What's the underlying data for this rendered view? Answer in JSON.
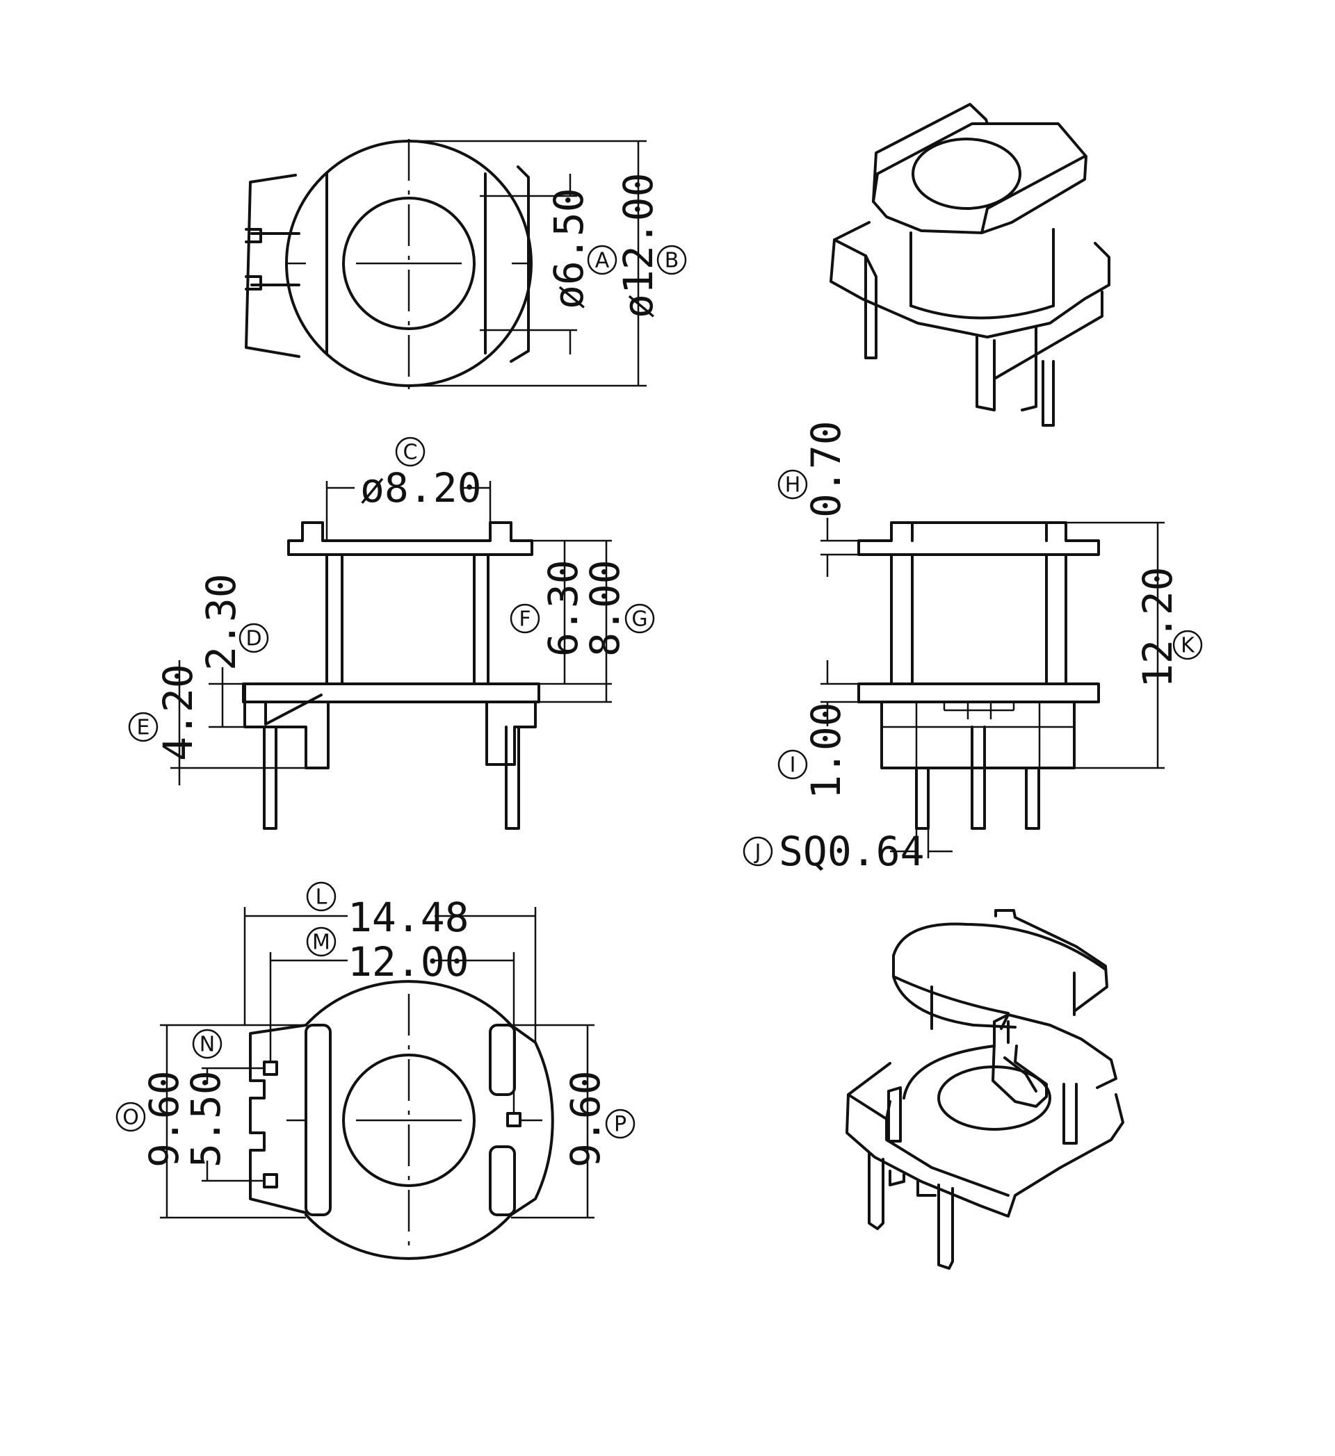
{
  "dimensions": {
    "A": "ø6.50",
    "B": "ø12.00",
    "C": "ø8.20",
    "D": "2.30",
    "E": "4.20",
    "F": "6.30",
    "G": "8.00",
    "H": "0.70",
    "I": "1.00",
    "J": "SQ0.64",
    "K": "12.20",
    "L": "14.48",
    "M": "12.00",
    "N": "5.50",
    "O": "9.60",
    "P": "9.60"
  },
  "markers": {
    "A": "A",
    "B": "B",
    "C": "C",
    "D": "D",
    "E": "E",
    "F": "F",
    "G": "G",
    "H": "H",
    "I": "I",
    "J": "J",
    "K": "K",
    "L": "L",
    "M": "M",
    "N": "N",
    "O": "O",
    "P": "P"
  }
}
